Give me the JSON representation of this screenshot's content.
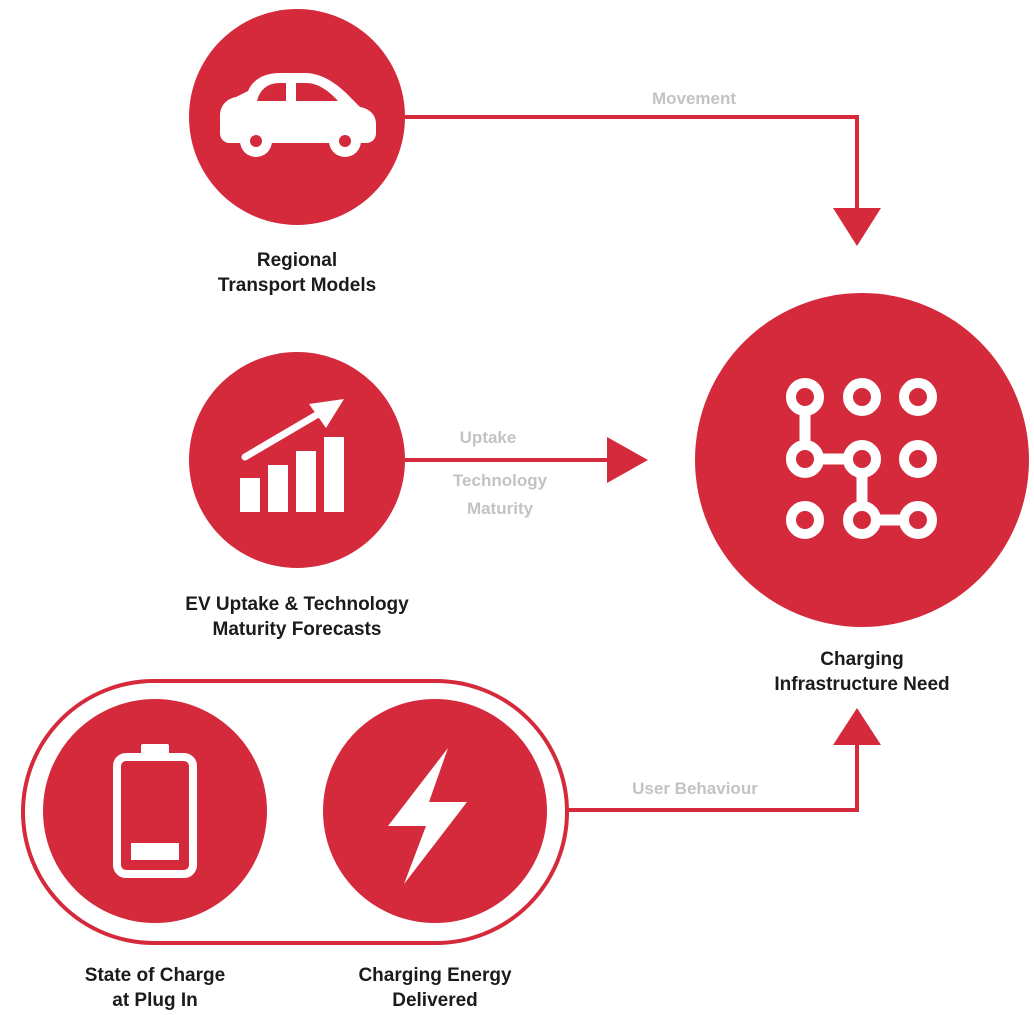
{
  "colors": {
    "accent": "#d42a3c",
    "label_text": "#1b1b1b",
    "flow_text": "#c3c3c3",
    "icon_fill": "#ffffff"
  },
  "nodes": {
    "transport": {
      "line1": "Regional",
      "line2": "Transport Models",
      "icon": "car-icon"
    },
    "uptake": {
      "line1": "EV Uptake & Technology",
      "line2": "Maturity Forecasts",
      "icon": "growth-chart-icon"
    },
    "charging_need": {
      "line1": "Charging",
      "line2": "Infrastructure Need",
      "icon": "network-grid-icon"
    },
    "state_of_charge": {
      "line1": "State of Charge",
      "line2": "at Plug In",
      "icon": "battery-low-icon"
    },
    "energy": {
      "line1": "Charging Energy",
      "line2": "Delivered",
      "icon": "lightning-bolt-icon"
    }
  },
  "flows": {
    "movement": "Movement",
    "uptake": "Uptake",
    "technology": "Technology",
    "maturity": "Maturity",
    "user_behaviour": "User Behaviour"
  }
}
